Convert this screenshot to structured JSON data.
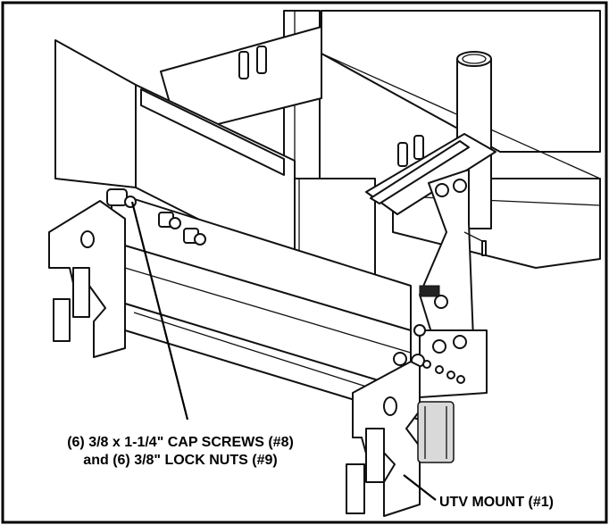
{
  "callouts": {
    "fasteners_line1": "(6) 3/8 x 1-1/4\" CAP SCREWS (#8)",
    "fasteners_line2": "and (6) 3/8\" LOCK NUTS (#9)",
    "mount": "UTV MOUNT (#1)"
  },
  "colors": {
    "line": "#111111",
    "background": "#ffffff",
    "shading": "#d9d9d9"
  }
}
